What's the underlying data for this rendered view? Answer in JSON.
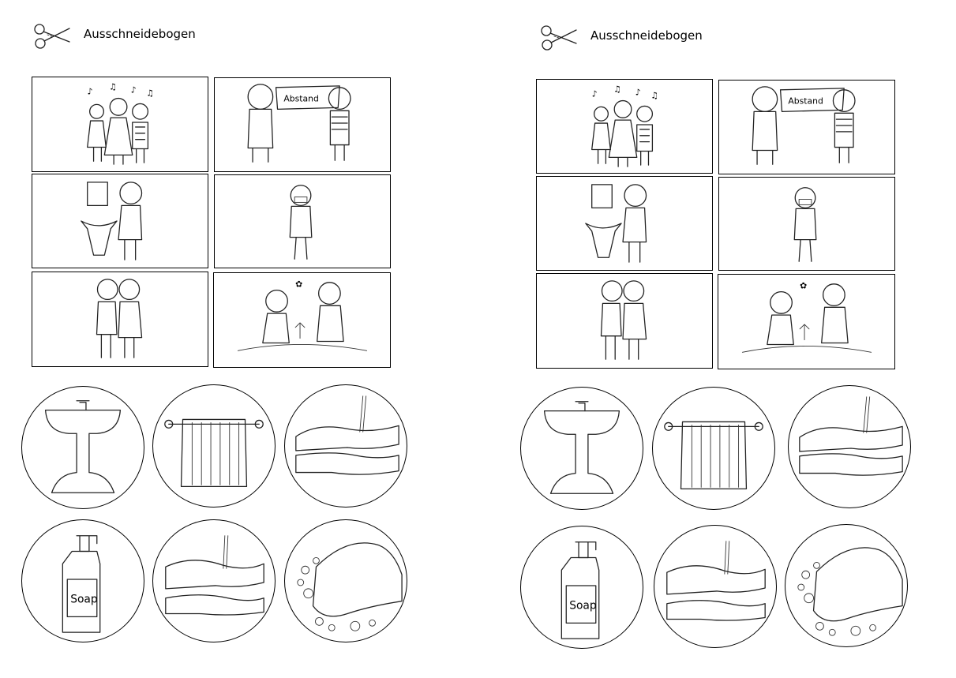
{
  "sheets": [
    {
      "title": "Ausschneidebogen",
      "cards": [
        {
          "scene": "singing-children"
        },
        {
          "scene": "distance-banner",
          "banner_text": "Abstand"
        },
        {
          "scene": "boy-at-sink"
        },
        {
          "scene": "girl-with-mask"
        },
        {
          "scene": "whispering-children"
        },
        {
          "scene": "children-in-garden"
        }
      ],
      "circles": [
        {
          "icon": "sink-icon"
        },
        {
          "icon": "towel-icon"
        },
        {
          "icon": "rinse-hands-icon"
        },
        {
          "icon": "soap-bottle-icon",
          "label": "Soap"
        },
        {
          "icon": "wash-hands-icon"
        },
        {
          "icon": "scrub-hands-icon"
        }
      ]
    },
    {
      "title": "Ausschneidebogen",
      "cards": [
        {
          "scene": "singing-children"
        },
        {
          "scene": "distance-banner",
          "banner_text": "Abstand"
        },
        {
          "scene": "boy-at-sink"
        },
        {
          "scene": "girl-with-mask"
        },
        {
          "scene": "whispering-children"
        },
        {
          "scene": "children-in-garden"
        }
      ],
      "circles": [
        {
          "icon": "sink-icon"
        },
        {
          "icon": "towel-icon"
        },
        {
          "icon": "rinse-hands-icon"
        },
        {
          "icon": "soap-bottle-icon",
          "label": "Soap"
        },
        {
          "icon": "wash-hands-icon"
        },
        {
          "icon": "scrub-hands-icon"
        }
      ]
    }
  ]
}
